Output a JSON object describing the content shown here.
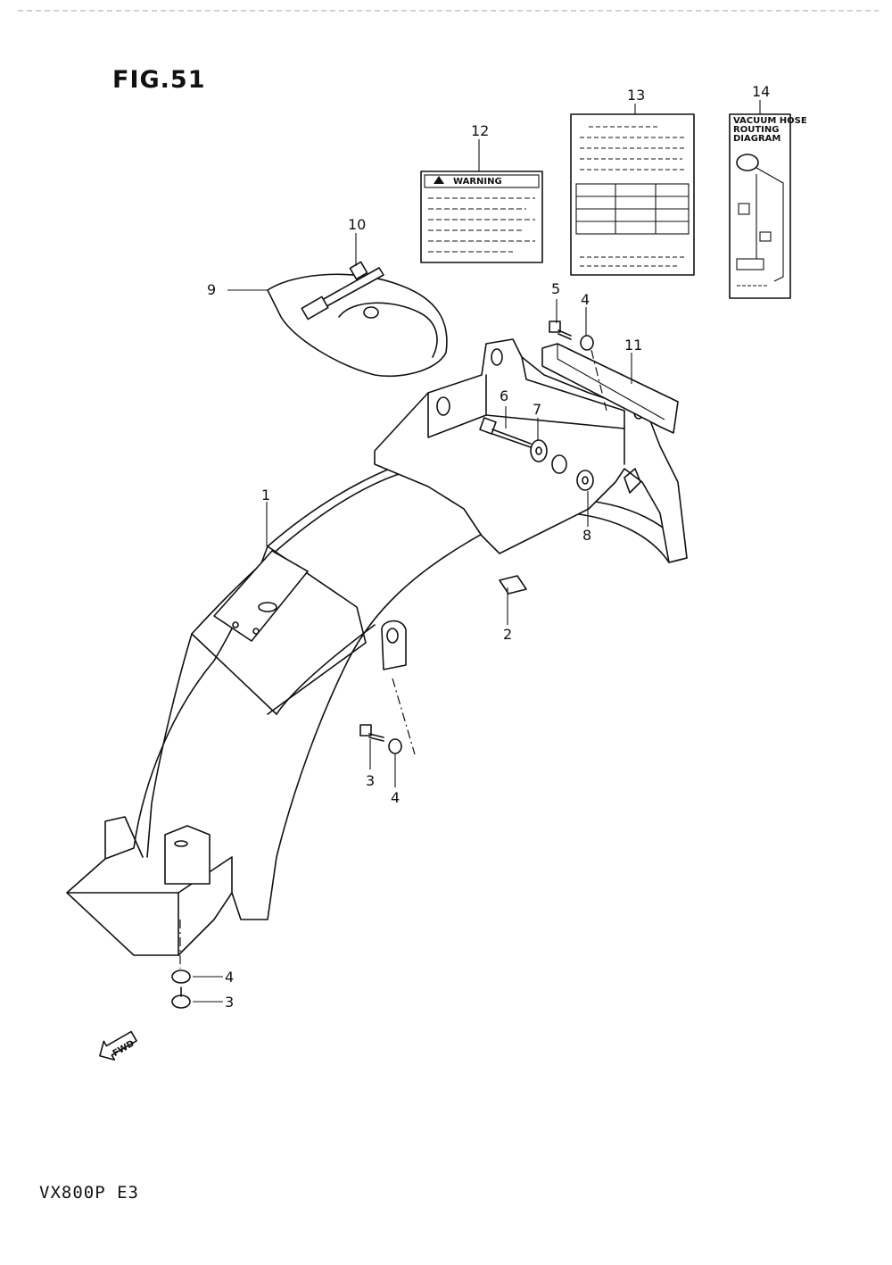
{
  "figure": {
    "title": "FIG.51",
    "model": "VX800P  E3"
  },
  "callouts": {
    "c1": "1",
    "c2": "2",
    "c3a": "3",
    "c3b": "3",
    "c4a": "4",
    "c4b": "4",
    "c4c": "4",
    "c5": "5",
    "c6": "6",
    "c7": "7",
    "c8": "8",
    "c9": "9",
    "c10": "10",
    "c11": "11",
    "c12": "12",
    "c13": "13",
    "c14": "14"
  },
  "labels": {
    "warning_label_title": "WARNING",
    "vacuum_label_line1": "VACUUM HOSE",
    "vacuum_label_line2": "ROUTING",
    "vacuum_label_line3": "DIAGRAM",
    "fwd_arrow_text": "FWD"
  }
}
